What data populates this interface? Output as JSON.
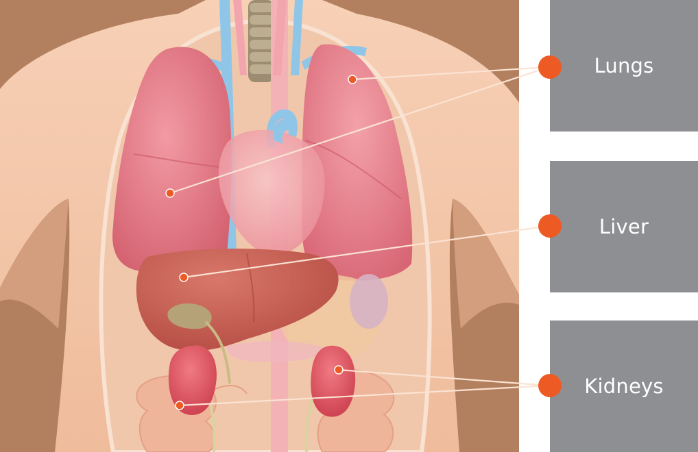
{
  "labels": [
    {
      "id": "lungs",
      "text": "Lungs"
    },
    {
      "id": "liver",
      "text": "Liver"
    },
    {
      "id": "kidneys",
      "text": "Kidneys"
    }
  ],
  "colors": {
    "background_skin": "#b3805f",
    "body_skin": "#f3c4a6",
    "label_box": "#8e8f93",
    "label_text": "#ffffff",
    "marker": "#ee5a24",
    "leader_line": "#fbe3d3",
    "lung": "#e0707e",
    "liver": "#c65a4e",
    "kidney": "#df5563",
    "heart": "#f2a3ac",
    "vein": "#8fc6e8",
    "gallbladder": "#b5a276",
    "stomach": "#f0c8a0",
    "intestine": "#eeb59a"
  }
}
